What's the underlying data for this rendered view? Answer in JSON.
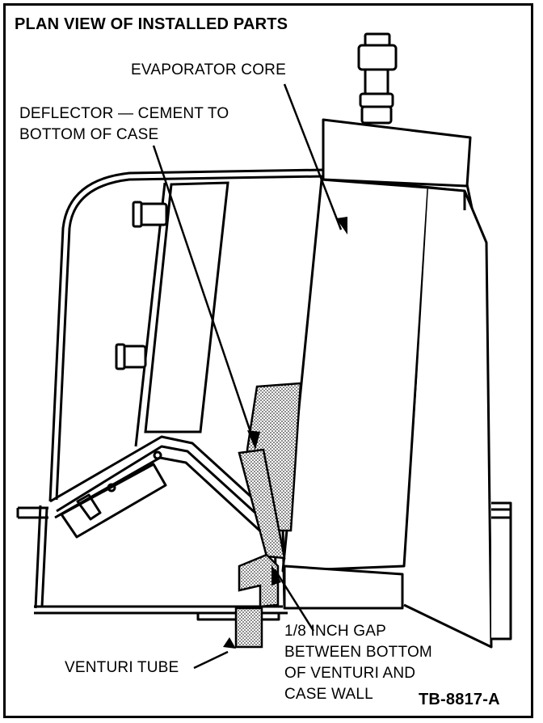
{
  "title": "PLAN VIEW OF INSTALLED PARTS",
  "labels": {
    "evaporator_core": "EVAPORATOR CORE",
    "deflector": "DEFLECTOR — CEMENT TO\nBOTTOM OF CASE",
    "gap": "1/8 INCH GAP\nBETWEEN BOTTOM\nOF VENTURI AND\nCASE WALL",
    "venturi_tube": "VENTURI TUBE"
  },
  "figure_code": "TB-8817-A"
}
